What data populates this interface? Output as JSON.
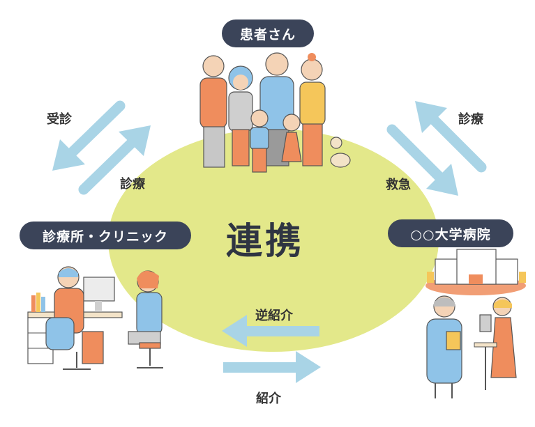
{
  "nodes": {
    "patients": "患者さん",
    "clinic": "診療所・クリニック",
    "hospital": "○○大学病院"
  },
  "center": "連携",
  "arrows": {
    "consult": "受診",
    "treatment_left": "診療",
    "treatment_right": "診療",
    "emergency": "救急",
    "reverse_referral": "逆紹介",
    "referral": "紹介"
  },
  "colors": {
    "pill": "#3b4459",
    "ellipse": "#e3e88a",
    "arrow": "#a9d4e6",
    "orange": "#ef8d5d",
    "blue": "#8fc3e8",
    "yellow": "#f5c65a"
  }
}
